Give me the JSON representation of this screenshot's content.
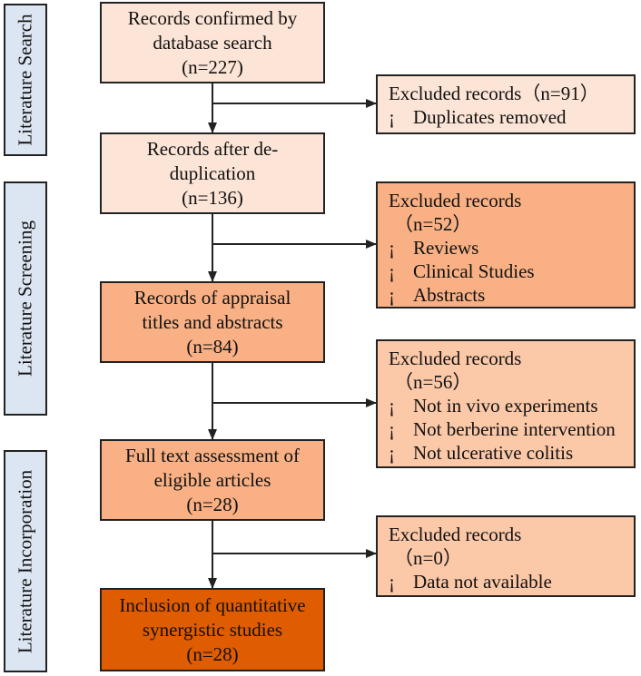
{
  "stages": [
    {
      "label": "Literature Search"
    },
    {
      "label": "Literature Screening"
    },
    {
      "label": "Literature Incorporation"
    }
  ],
  "main_boxes": [
    {
      "lines": [
        "Records confirmed by",
        "database search",
        "(n=227)"
      ],
      "fill": "#fce4d6"
    },
    {
      "lines": [
        "Records after de-",
        "duplication",
        "(n=136)"
      ],
      "fill": "#fce4d6"
    },
    {
      "lines": [
        "Records of appraisal",
        "titles and abstracts",
        "(n=84)"
      ],
      "fill": "#f8b084"
    },
    {
      "lines": [
        "Full text assessment of",
        "eligible articles",
        "(n=28)"
      ],
      "fill": "#f8b084"
    },
    {
      "lines": [
        "Inclusion of quantitative",
        "synergistic studies",
        "(n=28)"
      ],
      "fill": "#e05c00"
    }
  ],
  "excluded_boxes": [
    {
      "title": "Excluded records（n=91）",
      "count": "",
      "items": [
        "Duplicates removed"
      ],
      "fill": "#fce4d6"
    },
    {
      "title": "Excluded records",
      "count": "（n=52）",
      "items": [
        "Reviews",
        "Clinical Studies",
        "Abstracts"
      ],
      "fill": "#f8b084"
    },
    {
      "title": "Excluded records",
      "count": "（n=56）",
      "items": [
        "Not in vivo experiments",
        "Not berberine intervention",
        "Not ulcerative colitis"
      ],
      "fill": "#fbc8a8"
    },
    {
      "title": "Excluded records",
      "count": "（n=0）",
      "items": [
        "Data not available"
      ],
      "fill": "#fbc8a8"
    }
  ],
  "bullet_symbol": "¡",
  "colors": {
    "stage_fill": "#dce6f2",
    "line": "#222222"
  }
}
